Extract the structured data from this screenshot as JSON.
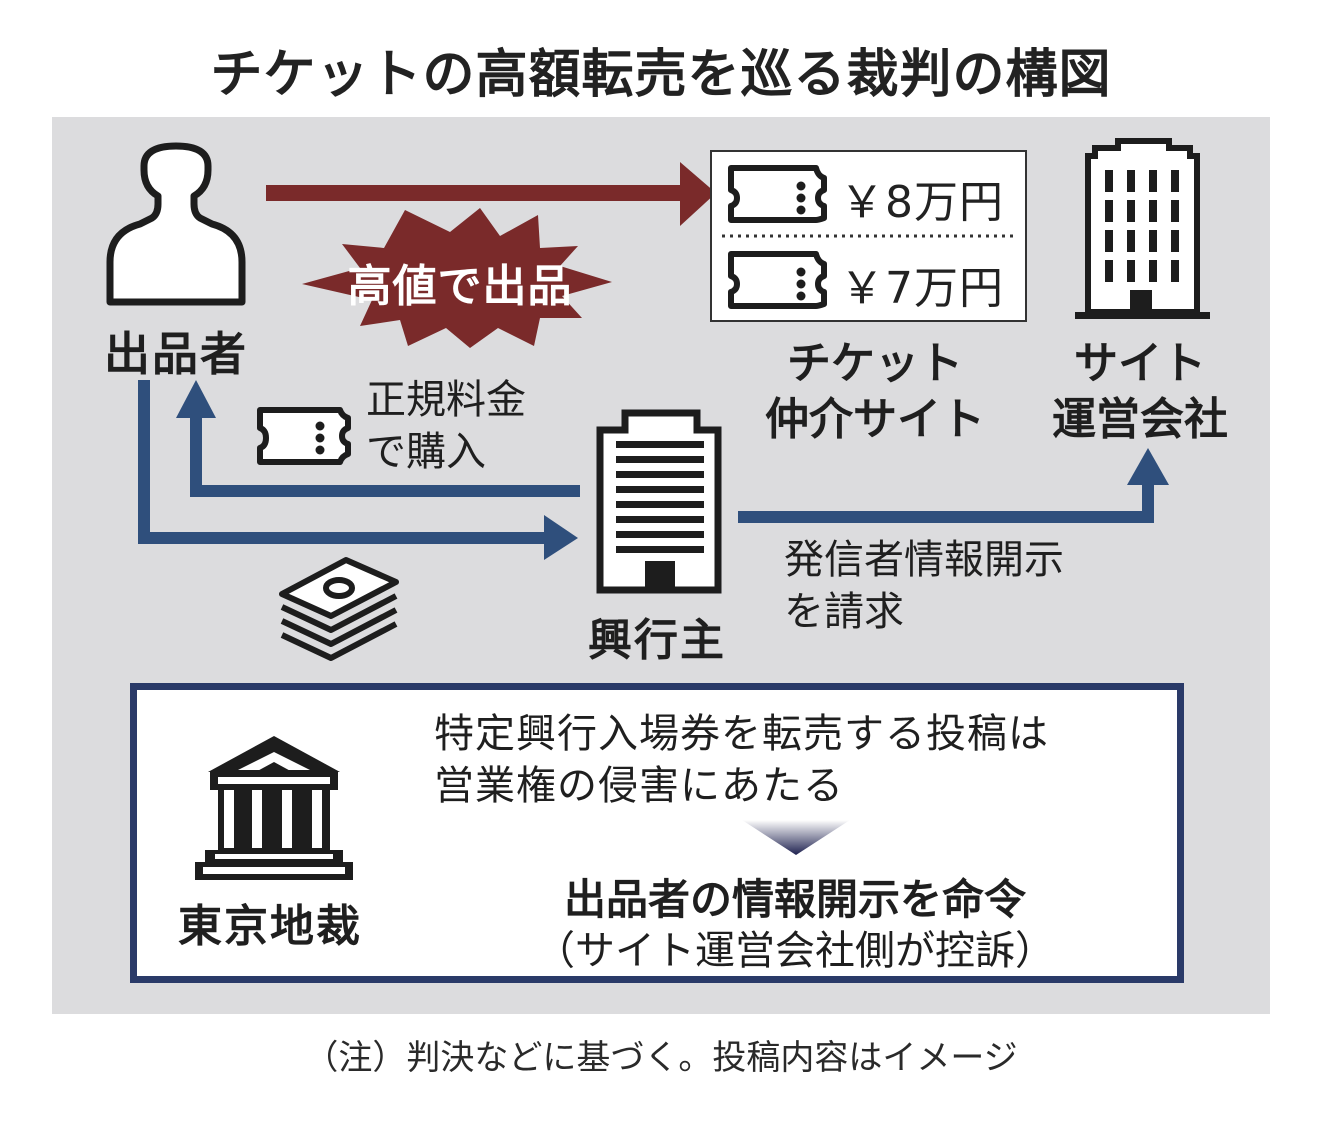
{
  "title": "チケットの高額転売を巡る裁判の構図",
  "colors": {
    "panel_bg": "#dcdcde",
    "resale_arrow": "#7a2a2a",
    "flow_arrow": "#2f4f7c",
    "court_border": "#2a3a68",
    "icon_stroke": "#1d1d1d"
  },
  "seller": {
    "label": "出品者",
    "icon": "person-icon"
  },
  "resale": {
    "label": "高値で出品",
    "icon": "burst-badge"
  },
  "broker_site": {
    "listings": [
      {
        "icon": "ticket-icon",
        "price": "￥8万円"
      },
      {
        "icon": "ticket-icon",
        "price": "￥7万円"
      }
    ],
    "label_line1": "チケット",
    "label_line2": "仲介サイト"
  },
  "site_operator": {
    "label_line1": "サイト",
    "label_line2": "運営会社",
    "icon": "office-building-icon"
  },
  "purchase": {
    "label_line1": "正規料金",
    "label_line2": "で購入",
    "icon": "ticket-icon"
  },
  "payment": {
    "icon": "cash-stack-icon"
  },
  "organizer": {
    "label": "興行主",
    "icon": "building-icon"
  },
  "disclosure_request": {
    "label_line1": "発信者情報開示",
    "label_line2": "を請求"
  },
  "court": {
    "label": "東京地裁",
    "icon": "courthouse-icon",
    "ruling_line1": "特定興行入場券を転売する投稿は",
    "ruling_line2": "営業権の侵害にあたる",
    "order": "出品者の情報開示を命令",
    "appeal": "（サイト運営会社側が控訴）"
  },
  "note": "（注）判決などに基づく。投稿内容はイメージ"
}
